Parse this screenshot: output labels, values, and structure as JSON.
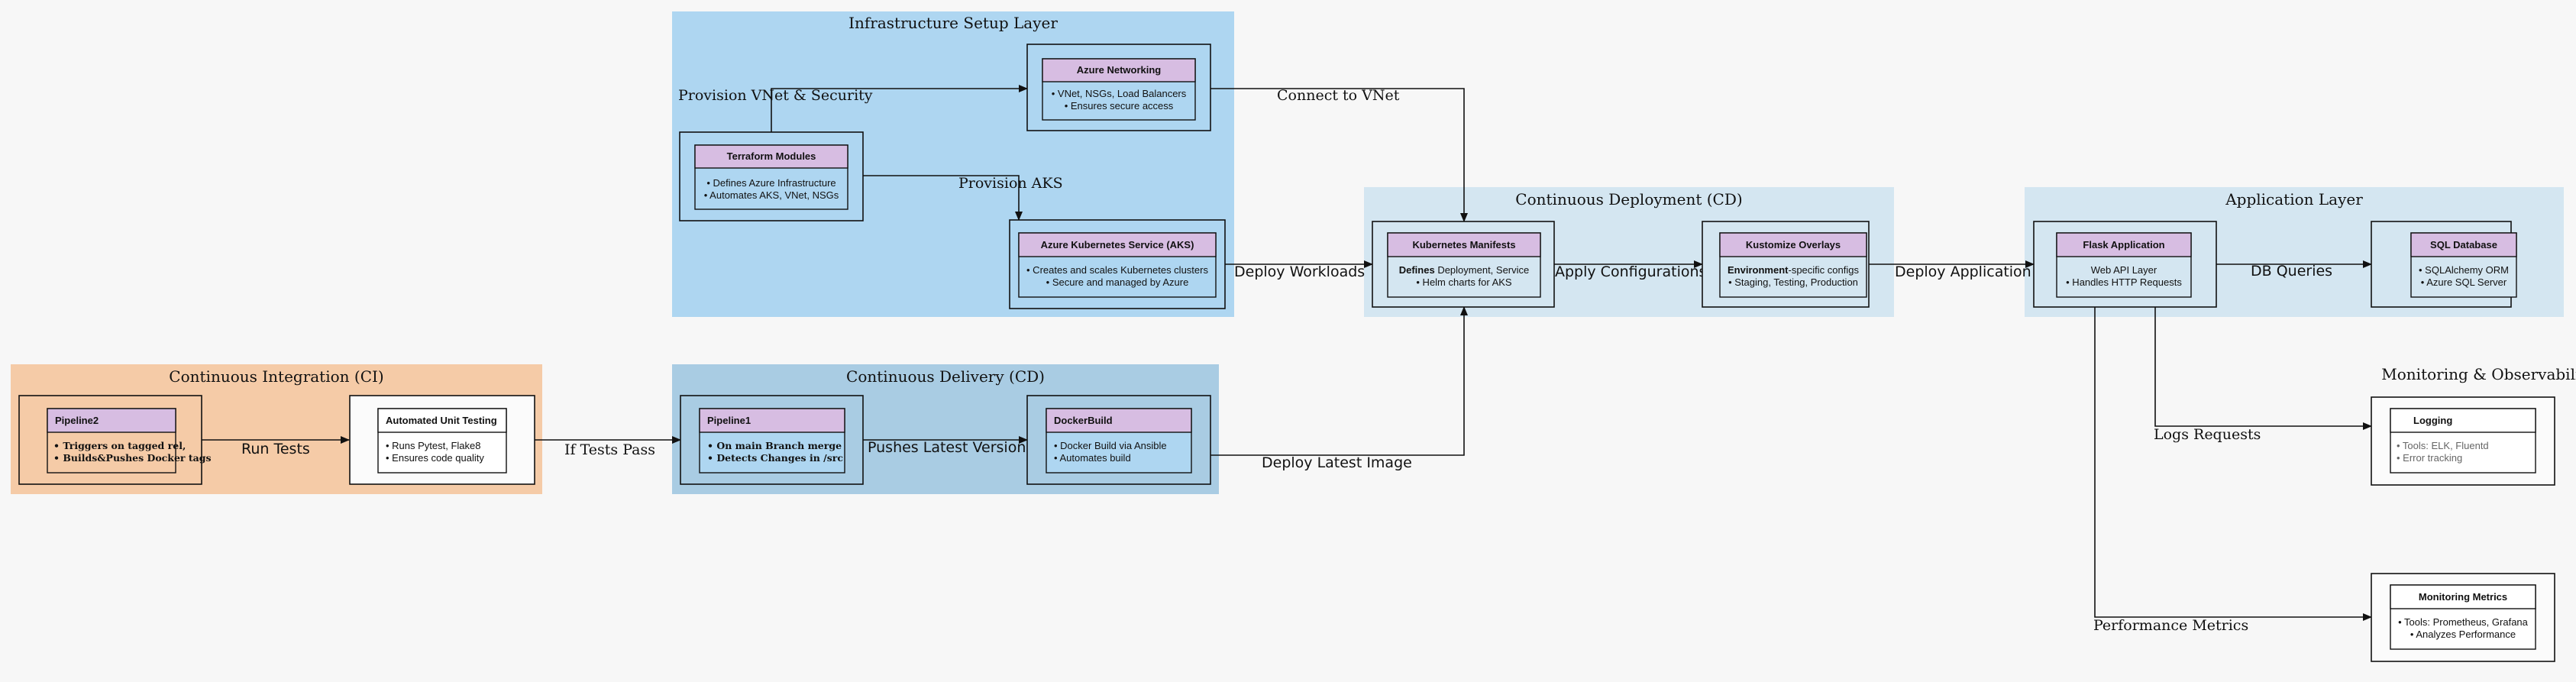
{
  "colors": {
    "background": "#f7f7f7",
    "infra_cluster": "#aed6f1",
    "ci_cluster": "#f5cba7",
    "delivery_cluster": "#a9cce3",
    "deploy_cluster": "#d4e6f1",
    "app_cluster": "#d4e6f1",
    "title_fill": "#d7bde2",
    "body_fill_blue": "#aed6f1",
    "body_fill_light": "#d4e6f1",
    "body_fill_white": "#ffffff"
  },
  "clusters": {
    "infrastructure": "Infrastructure Setup Layer",
    "ci": "Continuous Integration (CI)",
    "delivery": "Continuous Delivery (CD)",
    "deployment": "Continuous Deployment (CD)",
    "application": "Application Layer",
    "monitoring": "Monitoring & Observability"
  },
  "nodes": {
    "azure_networking": {
      "title": "Azure Networking",
      "lines": [
        "• VNet, NSGs, Load Balancers",
        "• Ensures secure access"
      ]
    },
    "terraform": {
      "title": "Terraform Modules",
      "lines": [
        "• Defines Azure Infrastructure",
        "• Automates AKS, VNet, NSGs"
      ]
    },
    "aks": {
      "title": "Azure Kubernetes Service (AKS)",
      "lines": [
        "• Creates and scales Kubernetes clusters",
        "• Secure and managed by Azure"
      ]
    },
    "pipeline2": {
      "title": "Pipeline2",
      "lines": [
        "• Triggers on tagged rel,",
        "• Builds&Pushes Docker tags"
      ]
    },
    "unit_testing": {
      "title": "Automated Unit Testing",
      "lines": [
        "• Runs Pytest, Flake8",
        "• Ensures code quality"
      ]
    },
    "pipeline1": {
      "title": "Pipeline1",
      "lines": [
        "• On main Branch merge",
        "• Detects Changes in /src"
      ]
    },
    "dockerbuild": {
      "title": "DockerBuild",
      "lines": [
        "• Docker Build via Ansible",
        "• Automates build"
      ]
    },
    "k8s_manifests": {
      "title": "Kubernetes Manifests",
      "line1_bold": "Defines",
      "line1_rest": " Deployment, Service",
      "line2": "• Helm charts for AKS"
    },
    "kustomize": {
      "title": "Kustomize Overlays",
      "line1_bold": "Environment",
      "line1_rest": "-specific configs",
      "line2": "• Staging, Testing, Production"
    },
    "flask": {
      "title": "Flask Application",
      "lines": [
        "Web API Layer",
        "• Handles HTTP Requests"
      ]
    },
    "sql": {
      "title": "SQL Database",
      "lines": [
        "• SQLAlchemy ORM",
        "• Azure SQL Server"
      ]
    },
    "logging": {
      "title": "Logging",
      "lines": [
        "• Tools: ELK, Fluentd",
        "• Error tracking"
      ]
    },
    "monitoring_metrics": {
      "title": "Monitoring Metrics",
      "lines": [
        "• Tools: Prometheus, Grafana",
        "• Analyzes Performance"
      ]
    }
  },
  "edges": {
    "provision_vnet": "Provision VNet & Security",
    "provision_aks": "Provision AKS",
    "connect_vnet": "Connect to VNet",
    "deploy_workloads": "Deploy Workloads",
    "apply_configs": "Apply Configurations",
    "deploy_app": "Deploy Application",
    "db_queries": "DB Queries",
    "run_tests": "Run Tests",
    "if_tests_pass": "If Tests Pass",
    "pushes_latest": "Pushes Latest Version",
    "deploy_latest_image": "Deploy Latest Image",
    "logs_requests": "Logs Requests",
    "performance_metrics": "Performance Metrics"
  }
}
